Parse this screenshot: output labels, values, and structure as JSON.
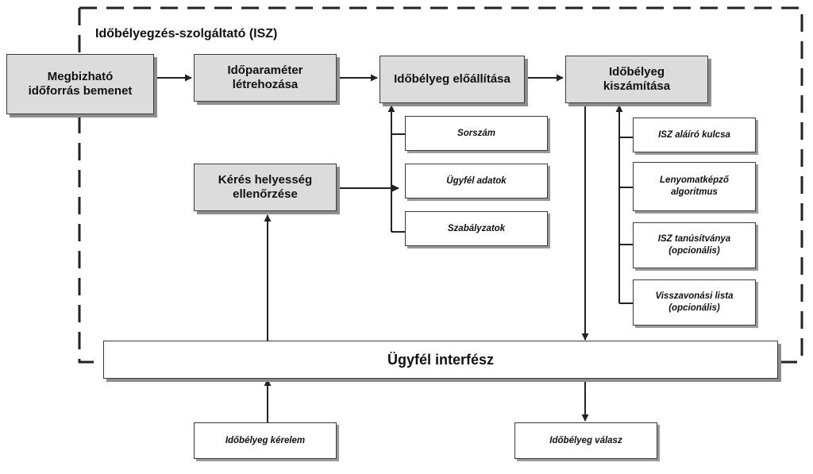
{
  "title": "Időbélyegzés-szolgáltató (ISZ)",
  "nodes": {
    "megbizhato": "Megbizható\nidőforrás bemenet",
    "idoparameter": "Időparaméter\nlétrehozása",
    "eloallitas": "Időbélyeg előállítása",
    "kiszamitas": "Időbélyeg\nkiszámítása",
    "sorszam": "Sorszám",
    "ugyfel_adatok": "Ügyfél adatok",
    "szabalyzatok": "Szabályzatok",
    "keres": "Kérés helyesség\nellenőrzése",
    "isz_kulcs": "ISZ aláíró kulcsa",
    "lenyomat": "Lenyomatképző\nalgoritmus",
    "tanusitvany": "ISZ tanúsítványa\n(opcionális)",
    "visszavonasi": "Visszavonási lista\n(opcionális)",
    "interfesz": "Ügyfél interfész",
    "kerelem": "Időbélyeg kérelem",
    "valasz": "Időbélyeg válasz"
  }
}
